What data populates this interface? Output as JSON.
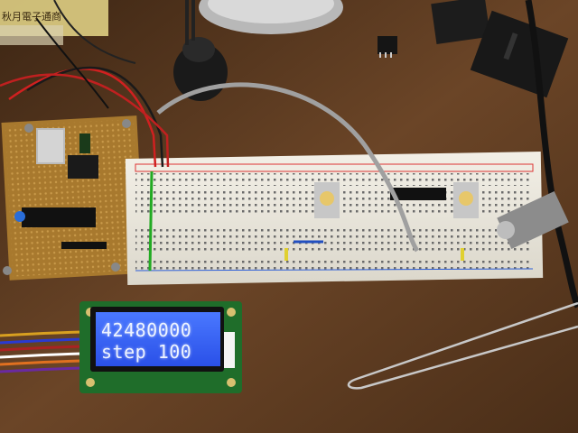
{
  "scene": {
    "description_hidden": "",
    "colors": {
      "table": "#5a3a20",
      "breadboard": "#efece3",
      "pcb": "#a7782c",
      "lcd_screen": "#2f5cff",
      "lcd_pcb": "#1f6d2a"
    }
  },
  "lcd": {
    "line1": "42480000",
    "line2": "step 100"
  },
  "box_label": {
    "text": "秋月電子通商"
  },
  "icons": {
    "probe": "wire-probe-icon"
  }
}
